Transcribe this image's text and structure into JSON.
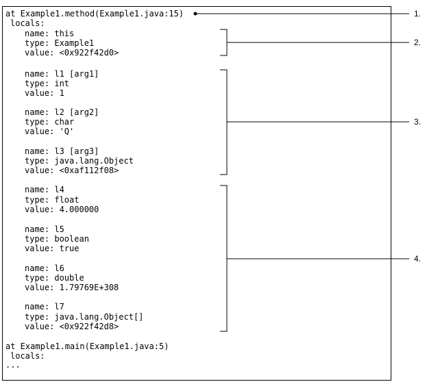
{
  "stack_trace": {
    "frames": [
      {
        "header": "at Example1.method(Example1.java:15)",
        "locals_label": "locals:",
        "groups": [
          {
            "vars": [
              {
                "name": "name: this",
                "type": "type: Example1",
                "value": "value: <0x922f42d0>"
              }
            ]
          },
          {
            "vars": [
              {
                "name": "name: l1 [arg1]",
                "type": "type: int",
                "value": "value: 1"
              },
              {
                "name": "name: l2 [arg2]",
                "type": "type: char",
                "value": "value: 'Q'"
              },
              {
                "name": "name: l3 [arg3]",
                "type": "type: java.lang.Object",
                "value": "value: <0xaf112f08>"
              }
            ]
          },
          {
            "vars": [
              {
                "name": "name: l4",
                "type": "type: float",
                "value": "value: 4.000000"
              },
              {
                "name": "name: l5",
                "type": "type: boolean",
                "value": "value: true"
              },
              {
                "name": "name: l6",
                "type": "type: double",
                "value": "value: 1.79769E+308"
              },
              {
                "name": "name: l7",
                "type": "type: java.lang.Object[]",
                "value": "value: <0x922f42d8>"
              }
            ]
          }
        ]
      },
      {
        "header": "at Example1.main(Example1.java:5)",
        "locals_label": "locals:",
        "more": "..."
      }
    ]
  },
  "callouts": [
    "1.",
    "2.",
    "3.",
    "4."
  ],
  "colors": {
    "line": "#000000",
    "text": "#000000",
    "background": "#ffffff"
  }
}
